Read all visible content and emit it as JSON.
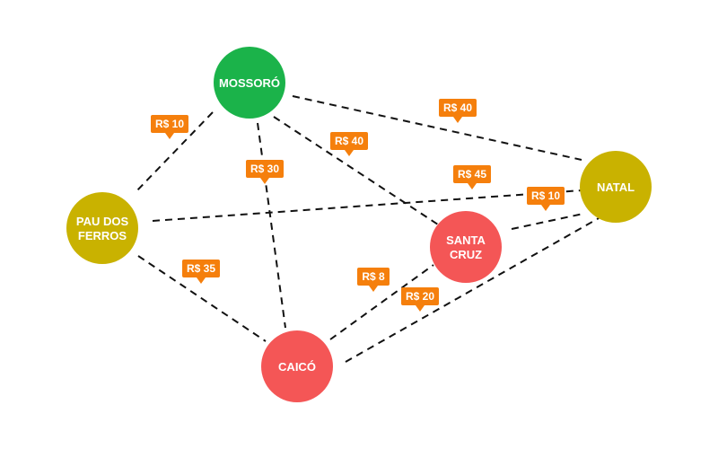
{
  "colors": {
    "green": "#1bb34a",
    "olive": "#c9b200",
    "red": "#f45656",
    "tag": "#f57f0c",
    "line": "#111111"
  },
  "nodes": {
    "mossoro": {
      "lines": [
        "MOSSORÓ"
      ],
      "color": "green"
    },
    "pau": {
      "lines": [
        "PAU DOS",
        "FERROS"
      ],
      "color": "olive"
    },
    "natal": {
      "lines": [
        "NATAL"
      ],
      "color": "olive"
    },
    "santacruz": {
      "lines": [
        "SANTA",
        "CRUZ"
      ],
      "color": "red"
    },
    "caico": {
      "lines": [
        "CAICÓ"
      ],
      "color": "red"
    }
  },
  "edges": [
    {
      "from": "mossoro",
      "to": "pau",
      "price": "R$ 10"
    },
    {
      "from": "mossoro",
      "to": "natal",
      "price": "R$ 40"
    },
    {
      "from": "mossoro",
      "to": "santacruz",
      "price": "R$ 40"
    },
    {
      "from": "mossoro",
      "to": "caico",
      "price": "R$ 30"
    },
    {
      "from": "pau",
      "to": "natal",
      "price": "R$ 45"
    },
    {
      "from": "pau",
      "to": "caico",
      "price": "R$ 35"
    },
    {
      "from": "santacruz",
      "to": "natal",
      "price": "R$ 10"
    },
    {
      "from": "caico",
      "to": "santacruz",
      "price": "R$ 8"
    },
    {
      "from": "caico",
      "to": "natal",
      "price": "R$ 20"
    }
  ]
}
